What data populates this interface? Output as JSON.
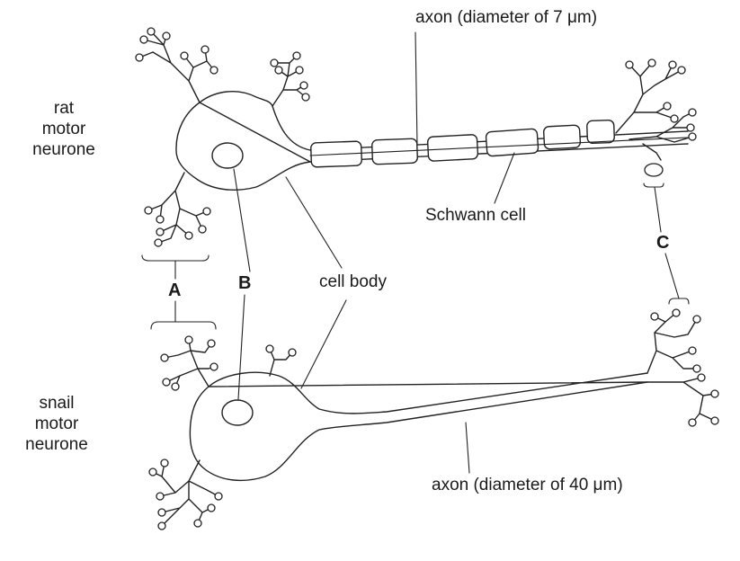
{
  "labels": {
    "axon_rat": "axon (diameter of 7 μm)",
    "axon_snail": "axon (diameter of 40 μm)",
    "schwann": "Schwann cell",
    "cell_body": "cell body",
    "rat_line1": "rat",
    "rat_line2": "motor",
    "rat_line3": "neurone",
    "snail_line1": "snail",
    "snail_line2": "motor",
    "snail_line3": "neurone",
    "A": "A",
    "B": "B",
    "C": "C"
  }
}
